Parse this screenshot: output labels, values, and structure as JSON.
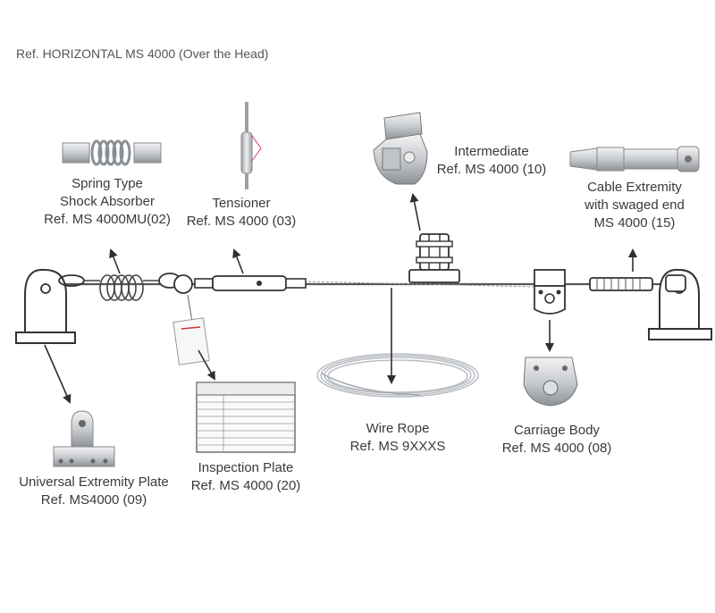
{
  "title": "Ref. HORIZONTAL MS 4000 (Over the Head)",
  "components": {
    "shock_absorber": {
      "lines": [
        "Spring Type",
        "Shock Absorber",
        "Ref. MS 4000MU(02)"
      ]
    },
    "tensioner": {
      "lines": [
        "Tensioner",
        "Ref. MS 4000 (03)"
      ]
    },
    "intermediate": {
      "lines": [
        "Intermediate",
        "Ref. MS 4000 (10)"
      ]
    },
    "cable_extremity": {
      "lines": [
        "Cable Extremity",
        "with swaged end",
        "MS 4000 (15)"
      ]
    },
    "universal_plate": {
      "lines": [
        "Universal Extremity Plate",
        "Ref. MS4000 (09)"
      ]
    },
    "inspection_plate": {
      "lines": [
        "Inspection Plate",
        "Ref. MS 4000 (20)"
      ]
    },
    "wire_rope": {
      "lines": [
        "Wire Rope",
        "Ref. MS 9XXXS"
      ]
    },
    "carriage_body": {
      "lines": [
        "Carriage Body",
        "Ref. MS 4000 (08)"
      ]
    }
  },
  "colors": {
    "metal": "#c9ccd0",
    "metal_dark": "#8e9398",
    "line": "#3b3b3b",
    "arrow": "#2f2f2f"
  }
}
